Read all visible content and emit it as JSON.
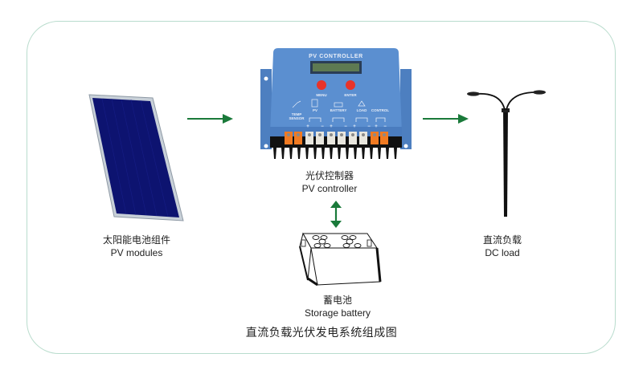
{
  "diagram": {
    "title": "直流负载光伏发电系统组成图",
    "colors": {
      "frame_border": "#b9dccd",
      "arrow": "#1a7a3a",
      "panel": "#0d1370",
      "controller_body": "#5b8fd0",
      "button_red": "#e8332a",
      "terminal_orange": "#f07a22"
    },
    "components": {
      "pv_modules": {
        "label_zh": "太阳能电池组件",
        "label_en": "PV modules",
        "icon": "solar-panel"
      },
      "pv_controller": {
        "label_zh": "光伏控制器",
        "label_en": "PV controller",
        "icon": "charge-controller",
        "device_text": {
          "brand": "PV CONTROLLER",
          "menu": "MENU",
          "enter": "ENTER",
          "temp_sensor_1": "TEMP",
          "temp_sensor_2": "SENSOR",
          "pv": "PV",
          "battery": "BATTERY",
          "load": "LOAD",
          "control": "CONTROL",
          "plus": "+",
          "minus": "−"
        }
      },
      "dc_load": {
        "label_zh": "直流负载",
        "label_en": "DC load",
        "icon": "street-lamp"
      },
      "storage_battery": {
        "label_zh": "蓄电池",
        "label_en": "Storage battery",
        "icon": "battery"
      }
    },
    "flows": [
      {
        "from": "PV modules",
        "to": "PV controller",
        "direction": "right"
      },
      {
        "from": "PV controller",
        "to": "DC load",
        "direction": "right"
      },
      {
        "from": "PV controller",
        "to": "Storage battery",
        "direction": "bidirectional"
      }
    ]
  }
}
